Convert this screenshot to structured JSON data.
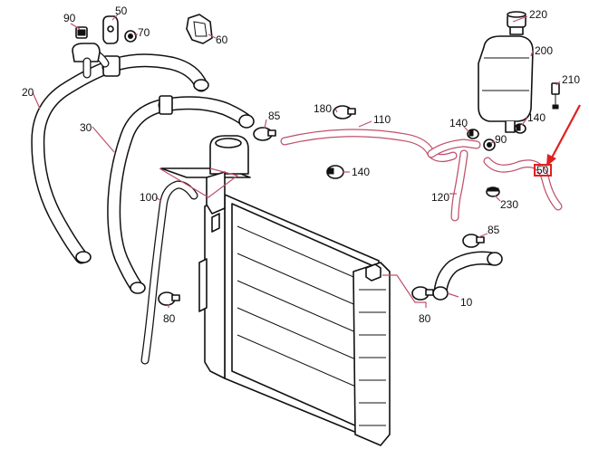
{
  "labels": {
    "p90a": "90",
    "p50": "50",
    "p70": "70",
    "p60": "60",
    "p20": "20",
    "p30": "30",
    "p85a": "85",
    "p180": "180",
    "p110": "110",
    "p140a": "140",
    "p140b": "140",
    "p140c": "140",
    "p90b": "90",
    "p220": "220",
    "p200": "200",
    "p210": "210",
    "p100": "100",
    "p120": "120",
    "p230": "230",
    "p85b": "85",
    "p80a": "80",
    "p80b": "80",
    "p10": "10"
  },
  "callout": {
    "highlighted_label": "50",
    "arrow_color": "#e02020"
  },
  "colors": {
    "line": "#111111",
    "leader": "#c0506a",
    "highlight": "#e02020"
  }
}
